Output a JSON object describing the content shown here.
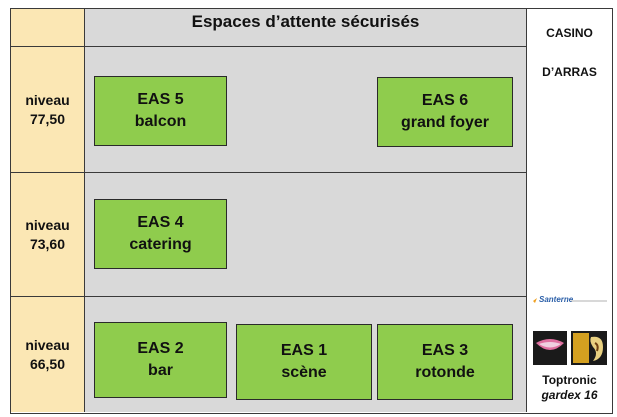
{
  "title": "Espaces d’attente sécurisés",
  "venue": {
    "line1": "CASINO",
    "line2": "D’ARRAS"
  },
  "levels": [
    {
      "label": "niveau",
      "value": "77,50"
    },
    {
      "label": "niveau",
      "value": "73,60"
    },
    {
      "label": "niveau",
      "value": "66,50"
    }
  ],
  "spaces": [
    {
      "code": "EAS 5",
      "name": "balcon"
    },
    {
      "code": "EAS 6",
      "name": "grand foyer"
    },
    {
      "code": "EAS 4",
      "name": "catering"
    },
    {
      "code": "EAS 2",
      "name": "bar"
    },
    {
      "code": "EAS 1",
      "name": "scène"
    },
    {
      "code": "EAS 3",
      "name": "rotonde"
    }
  ],
  "supplier": {
    "logo": "Santerne"
  },
  "product": {
    "brand": "Toptronic",
    "model": "gardex 16"
  },
  "colors": {
    "box_fill": "#8fcc4d",
    "level_fill": "#fbe7b4",
    "zone_fill": "#d9d9d9"
  }
}
